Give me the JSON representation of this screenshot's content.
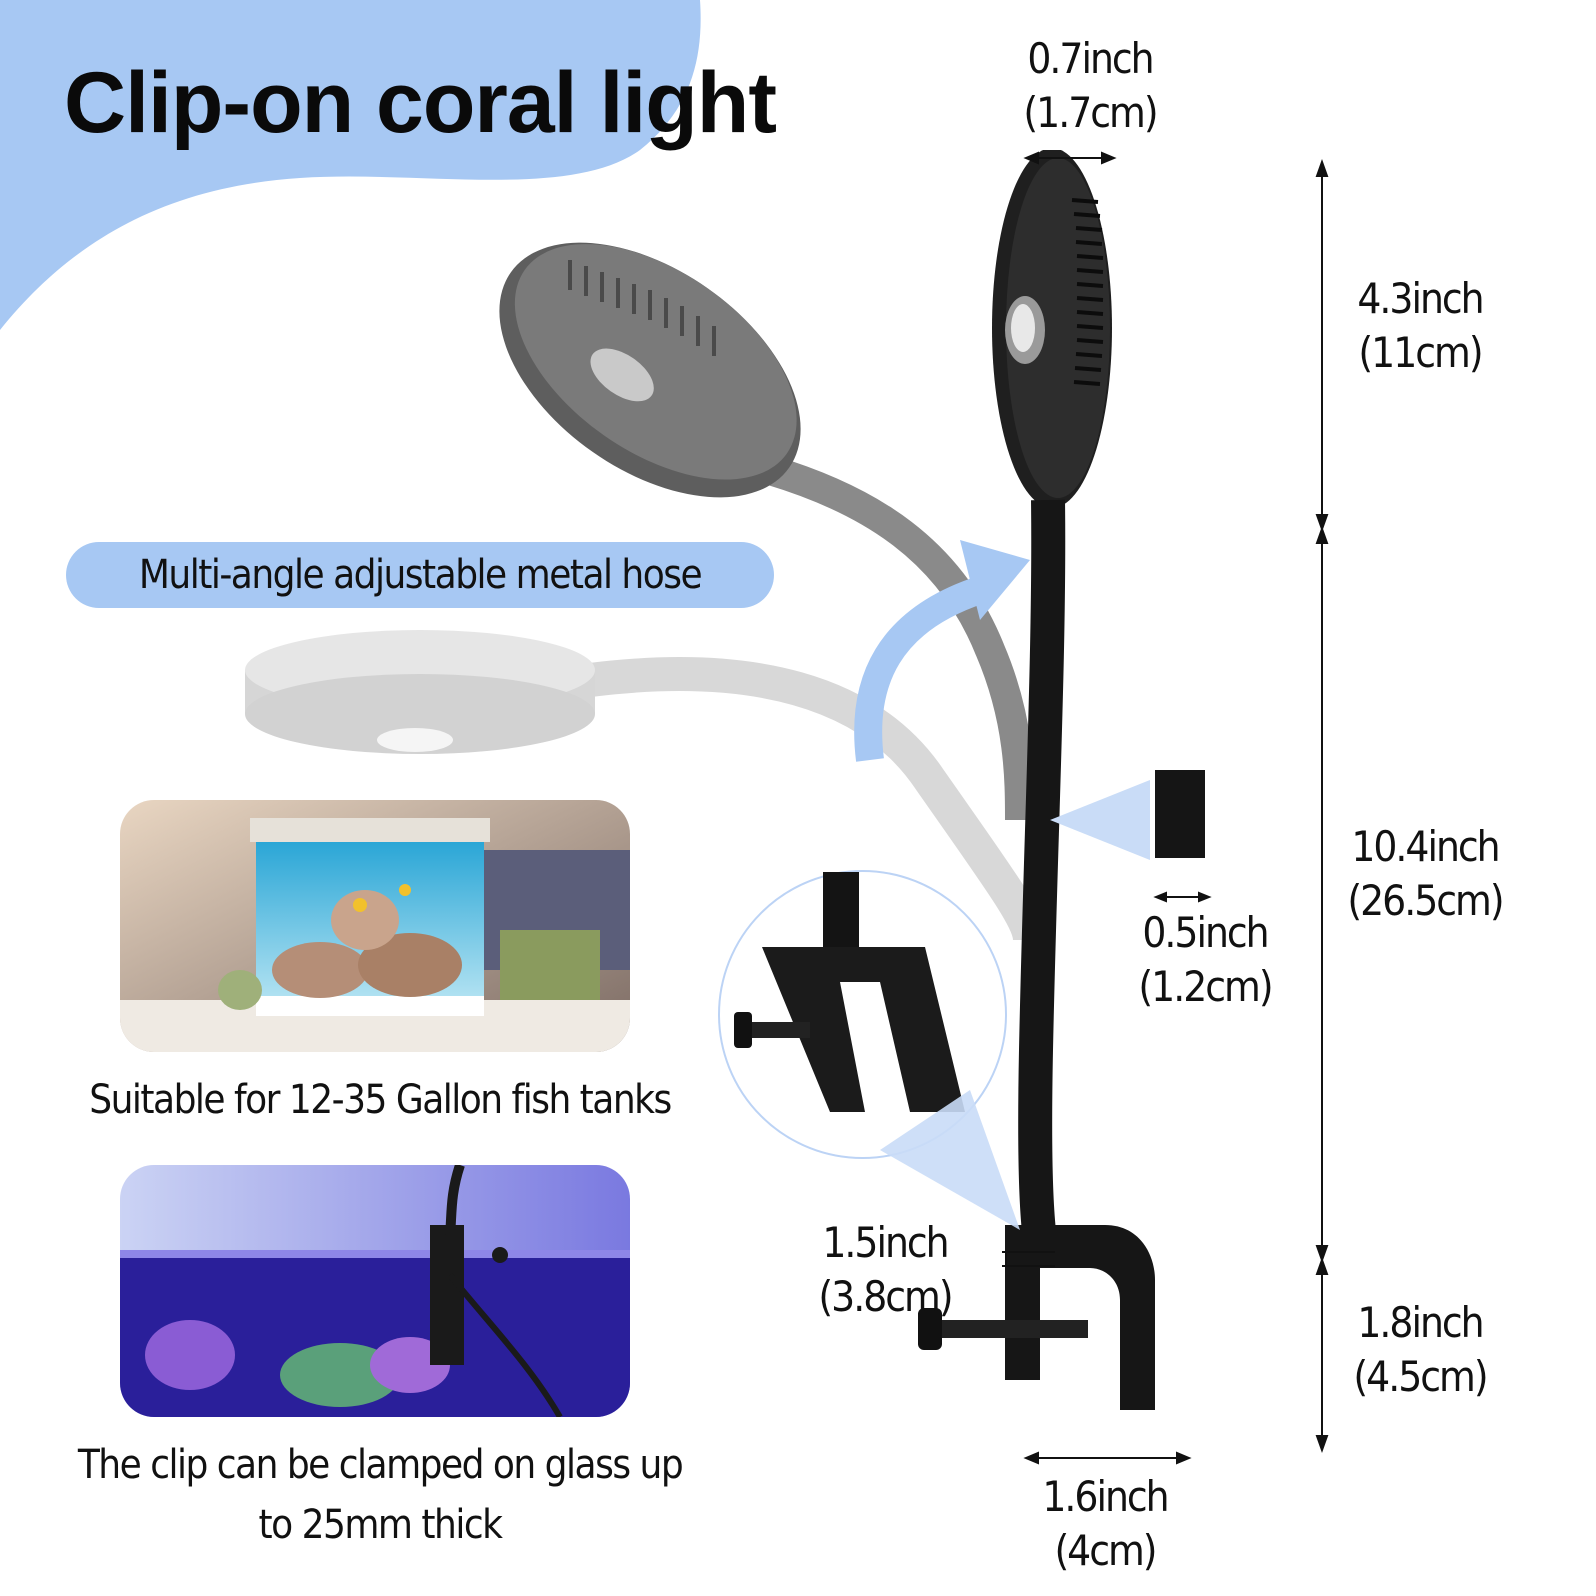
{
  "title": "Clip-on coral light",
  "feature_pill": "Multi-angle adjustable metal hose",
  "photo_tank_caption": "Suitable for 12-35 Gallon fish tanks",
  "photo_clip_caption": {
    "line1": "The clip can be clamped on glass up",
    "line2": "to 25mm thick"
  },
  "dimensions": {
    "head_thickness": {
      "inch": "0.7inch",
      "cm": "(1.7cm)"
    },
    "head_height": {
      "inch": "4.3inch",
      "cm": "(11cm)"
    },
    "hose_length": {
      "inch": "10.4inch",
      "cm": "(26.5cm)"
    },
    "hose_diameter": {
      "inch": "0.5inch",
      "cm": "(1.2cm)"
    },
    "clip_opening": {
      "inch": "1.5inch",
      "cm": "(3.8cm)"
    },
    "clip_height": {
      "inch": "1.8inch",
      "cm": "(4.5cm)"
    },
    "clip_width": {
      "inch": "1.6inch",
      "cm": "(4cm)"
    }
  },
  "colors": {
    "accent_blue": "#a7c8f3",
    "product_black": "#151515",
    "ghost_gray_dark": "#6f6f6f",
    "ghost_gray_light": "#cdcdcd"
  }
}
